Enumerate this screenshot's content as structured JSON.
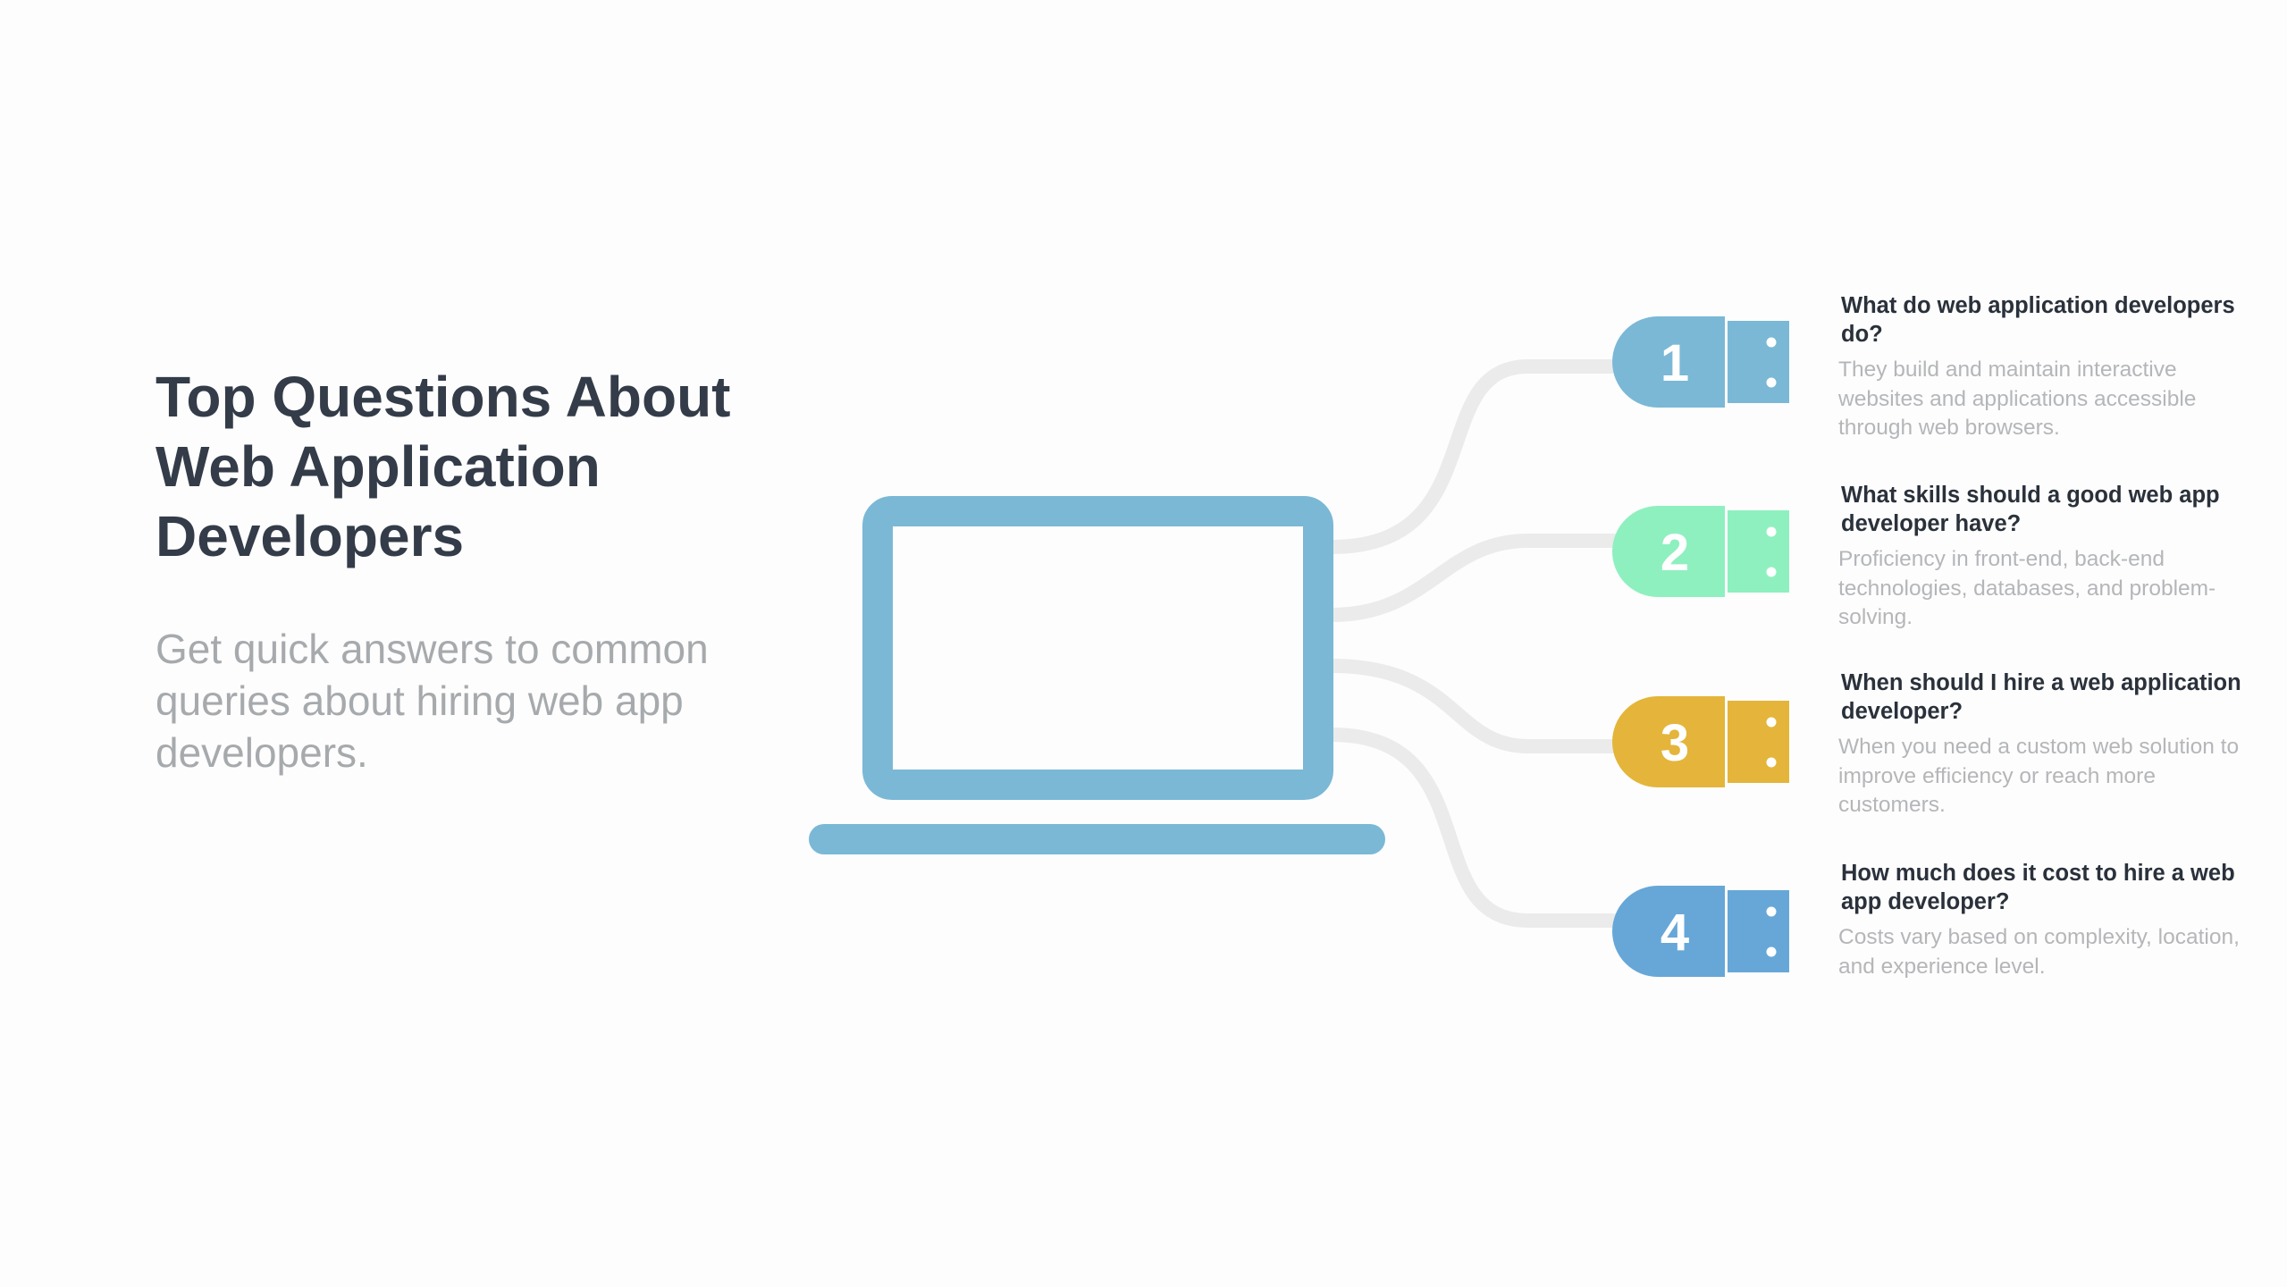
{
  "heading": {
    "title": "Top Questions About Web Application Developers",
    "subtitle": "Get quick answers to common queries about hiring web app developers."
  },
  "colors": {
    "laptop": "#7ab8d6",
    "cable": "#ebebeb",
    "badges": [
      "#7ab8d6",
      "#8ef0bf",
      "#e4b53a",
      "#67a7d8"
    ]
  },
  "icons": {
    "laptop": "laptop-icon",
    "plug": "usb-plug-icon"
  },
  "faq": [
    {
      "number": "1",
      "question": "What do web application developers do?",
      "answer": "They build and maintain interactive websites and applications accessible through web browsers."
    },
    {
      "number": "2",
      "question": "What skills should a good web app developer have?",
      "answer": "Proficiency in front-end, back-end technologies, databases, and problem-solving."
    },
    {
      "number": "3",
      "question": "When should I hire a web application developer?",
      "answer": "When you need a custom web solution to improve efficiency or reach more customers."
    },
    {
      "number": "4",
      "question": "How much does it cost to hire a web app developer?",
      "answer": "Costs vary based on complexity, location, and experience level."
    }
  ]
}
